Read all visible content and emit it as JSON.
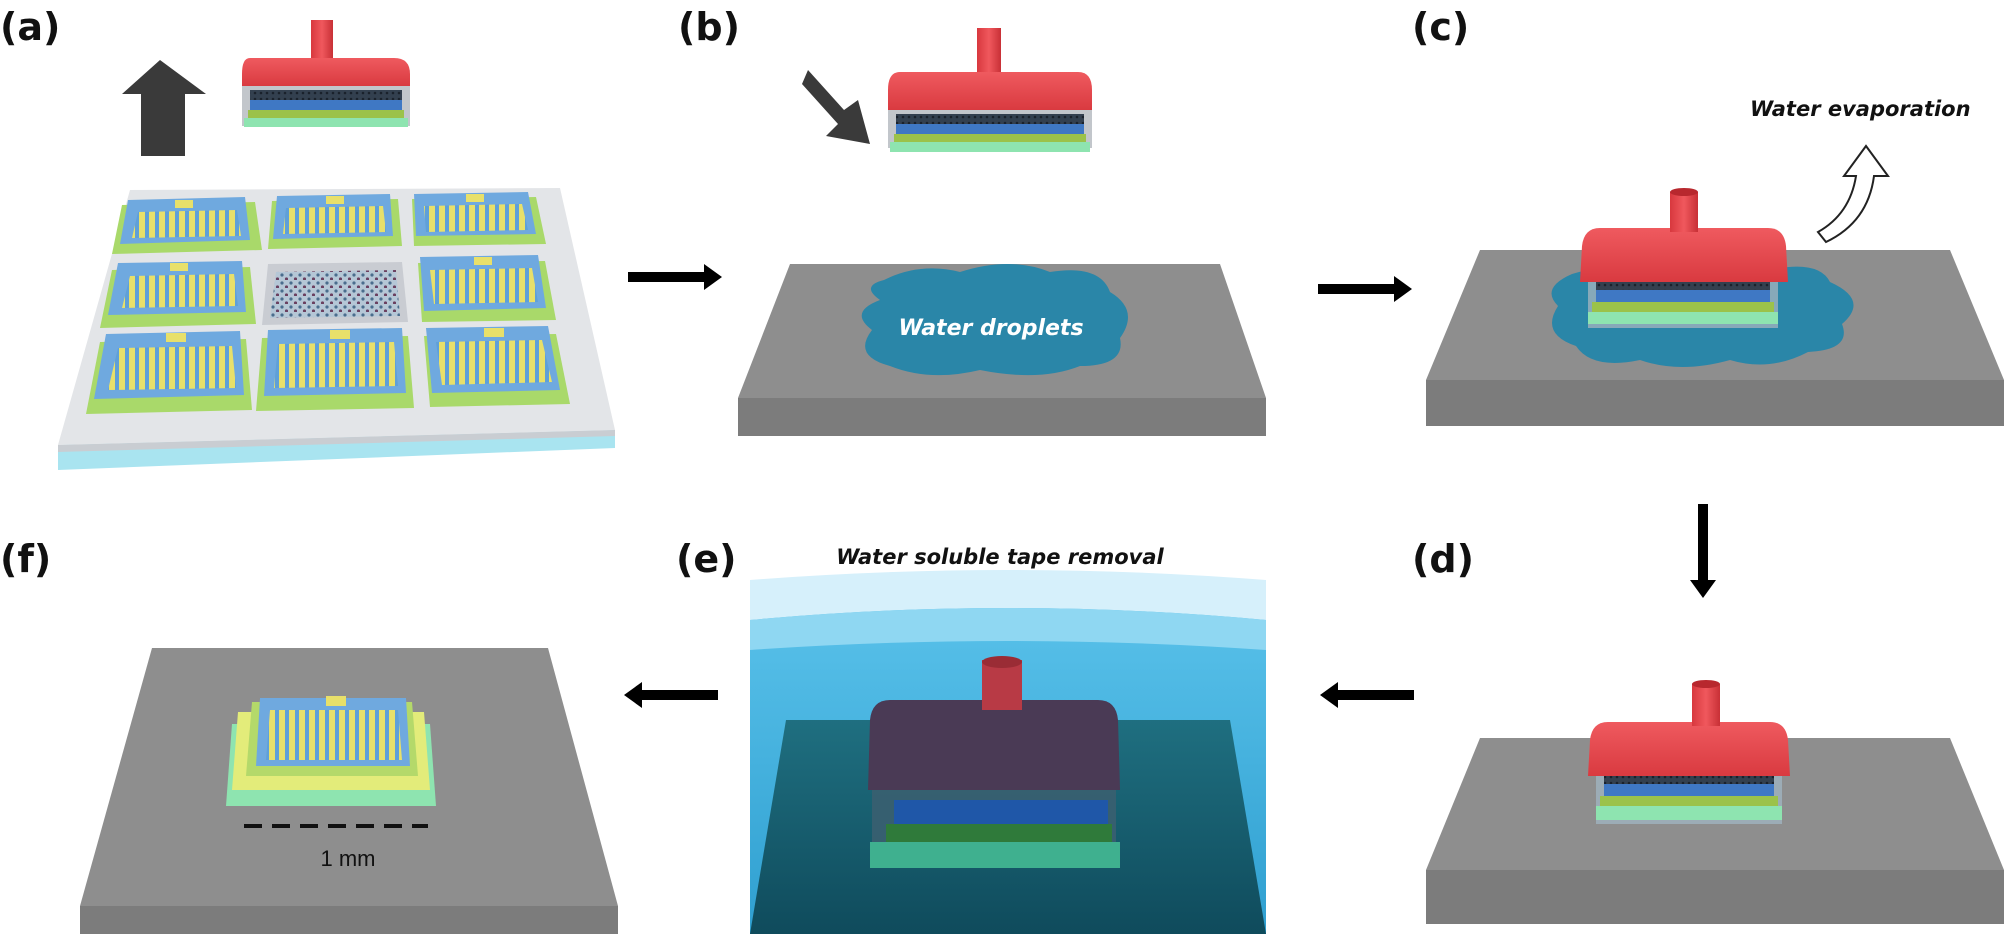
{
  "figure": {
    "labels": {
      "a": "(a)",
      "b": "(b)",
      "c": "(c)",
      "d": "(d)",
      "e": "(e)",
      "f": "(f)"
    },
    "annotations": {
      "water_droplets": "Water droplets",
      "water_evaporation": "Water evaporation",
      "tape_removal": "Water soluble tape removal",
      "scale_bar": "1 mm"
    }
  },
  "colors": {
    "stamp_red": "#e84a4f",
    "substrate_gray": "#8c8c8c",
    "water_blue": "#2a86a8",
    "device_blue": "#5fa0d8",
    "electrode_yellow": "#e8e06a",
    "layer_green": "#7fd9a8"
  }
}
